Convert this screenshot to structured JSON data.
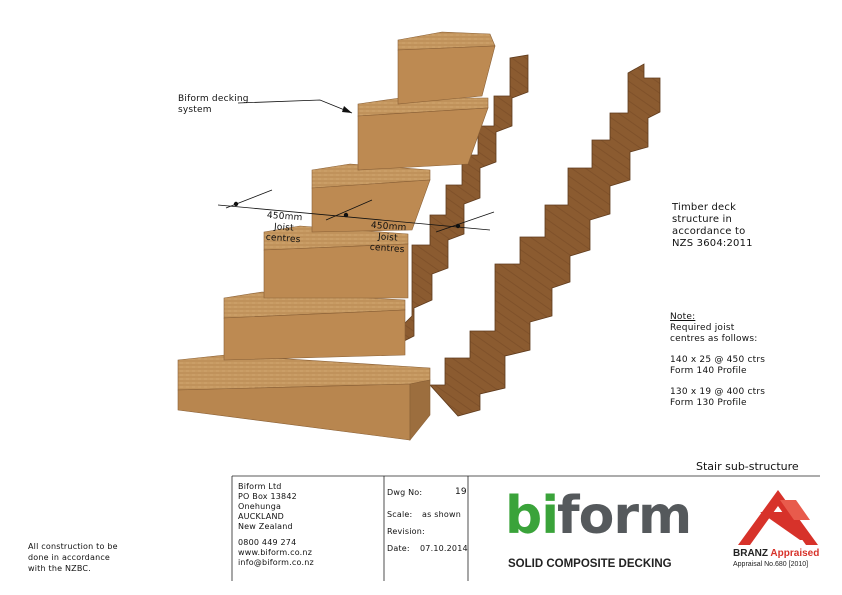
{
  "callouts": {
    "decking_line1": "Biform decking",
    "decking_line2": "system",
    "joist_left_1": "450mm",
    "joist_left_2": "Joist",
    "joist_left_3": "centres",
    "joist_right_1": "450mm",
    "joist_right_2": "Joist",
    "joist_right_3": "centres",
    "timber_1": "Timber deck",
    "timber_2": "structure in",
    "timber_3": "accordance to",
    "timber_4": "NZS 3604:2011"
  },
  "note": {
    "heading": "Note:",
    "line1": "Required joist",
    "line2": "centres as follows:",
    "spec1_a": "140 x 25 @ 450 ctrs",
    "spec1_b": "Form 140 Profile",
    "spec2_a": "130 x 19 @ 400 ctrs",
    "spec2_b": "Form 130 Profile"
  },
  "titleblock": {
    "sheet_title": "Stair sub-structure",
    "company": [
      "Biform Ltd",
      "PO Box 13842",
      "Onehunga",
      "AUCKLAND",
      "New Zealand"
    ],
    "phone": "0800 449 274",
    "web": "www.biform.co.nz",
    "email": "info@biform.co.nz",
    "dwg_label": "Dwg No:",
    "dwg_value": "19",
    "scale_label": "Scale:",
    "scale_value": "as shown",
    "revision_label": "Revision:",
    "date_label": "Date:",
    "date_value": "07.10.2014",
    "construction_note_1": "All construction to be",
    "construction_note_2": "done in accordance",
    "construction_note_3": "with the NZBC."
  },
  "logo": {
    "word_bi": "bi",
    "word_form": "form",
    "tagline": "SOLID COMPOSITE DECKING",
    "green": "#3aa33a",
    "grey": "#55595c"
  },
  "branz": {
    "word1": "BRANZ",
    "word2": "Appraised",
    "number": "Appraisal No.680 [2010]",
    "red": "#d7322a"
  },
  "colors": {
    "tread": "#c9975e",
    "riser": "#b98650",
    "stringer": "#8a5a2f",
    "stringer_edge": "#6e4522"
  }
}
